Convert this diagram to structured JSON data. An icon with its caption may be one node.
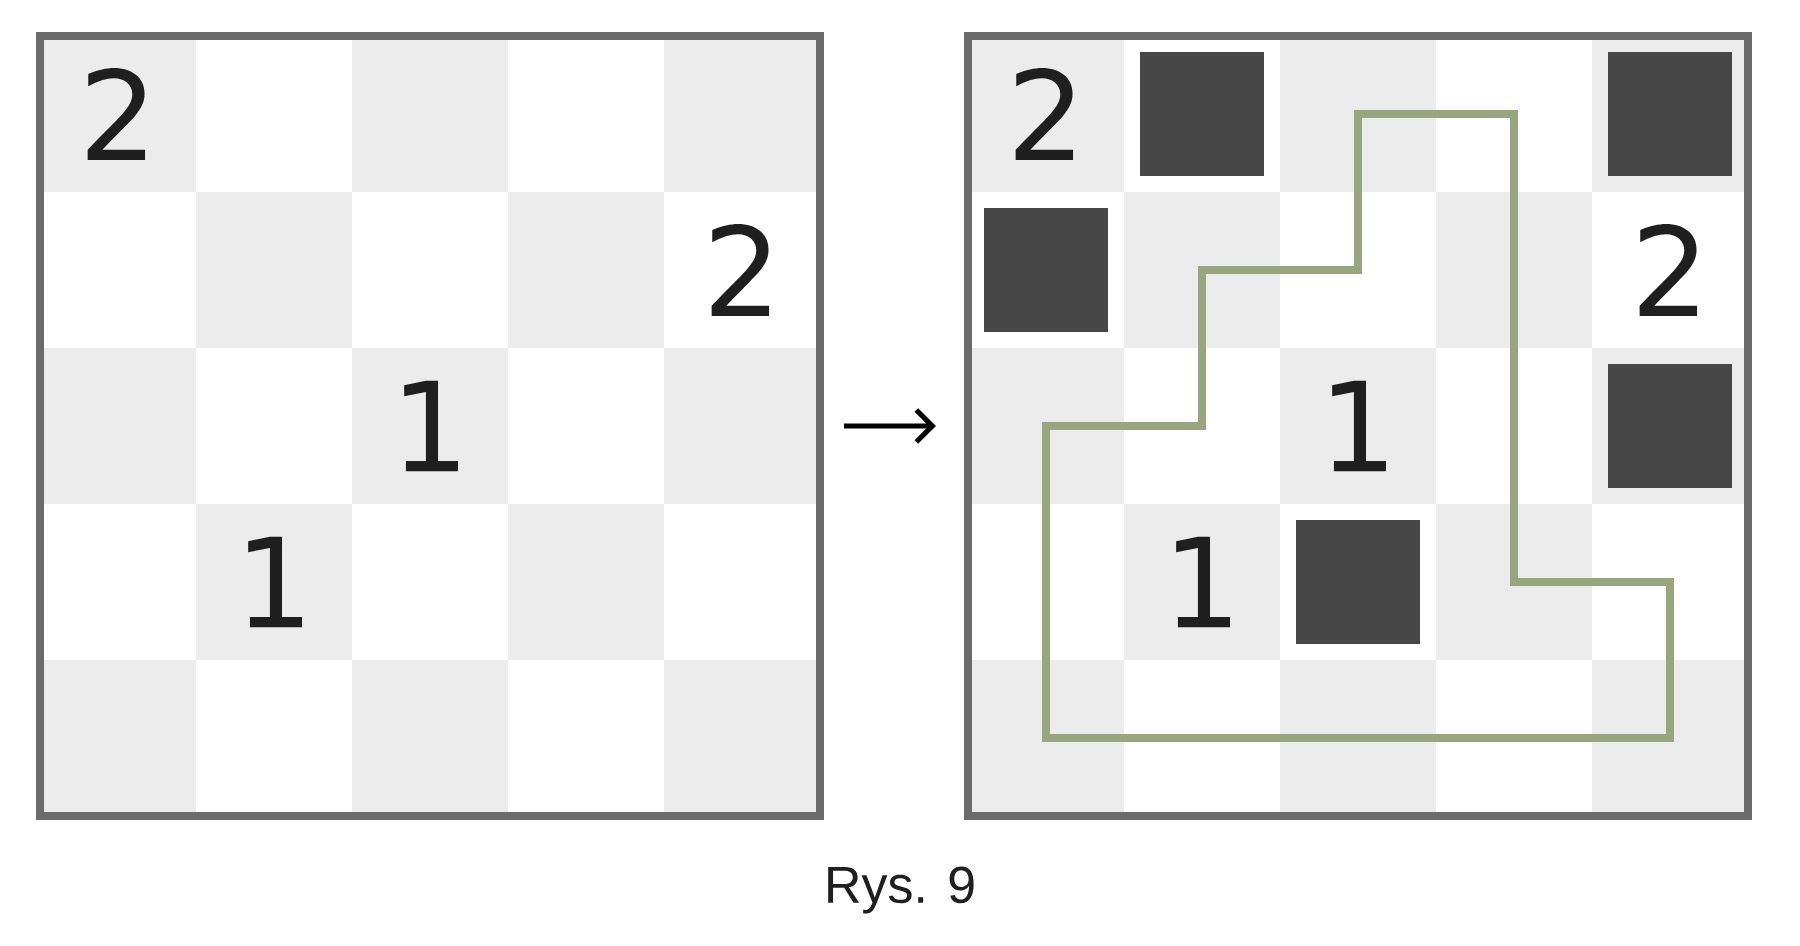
{
  "diagram": {
    "caption": "Rys. 9",
    "nodes": [
      {
        "text": [],
        "shape": "box"
      },
      {
        "text": [],
        "shape": "box"
      }
    ],
    "edges": [
      {
        "from": 0,
        "to": 1,
        "arrow": "to"
      }
    ],
    "labels": [
      "2",
      "2",
      "1",
      "1",
      "2",
      "2",
      "1",
      "1"
    ]
  }
}
